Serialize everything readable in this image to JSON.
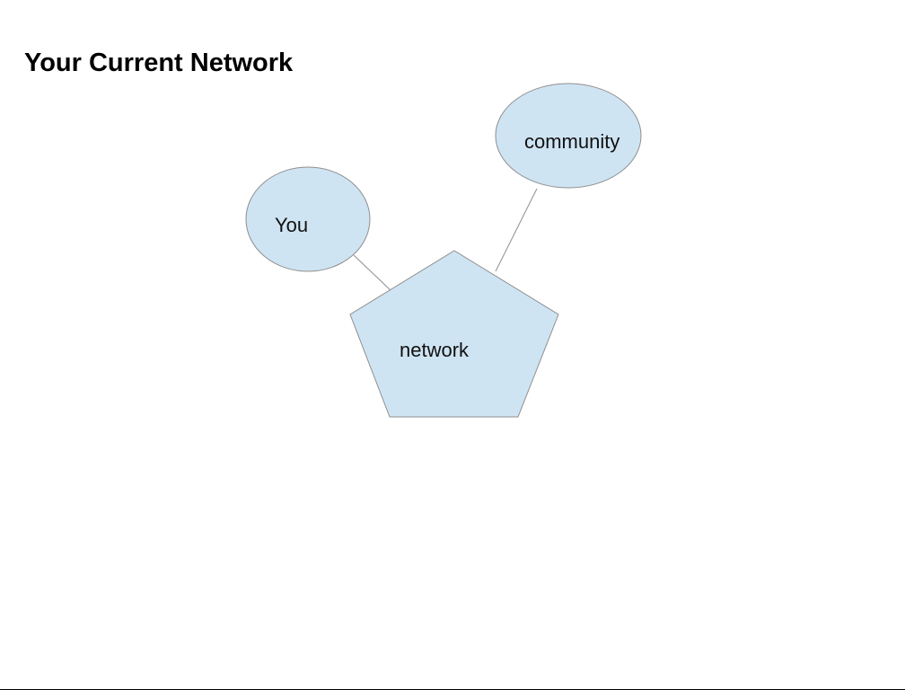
{
  "title": "Your Current Network",
  "nodes": {
    "you": {
      "label": "You",
      "shape": "ellipse"
    },
    "community": {
      "label": "community",
      "shape": "ellipse"
    },
    "network": {
      "label": "network",
      "shape": "pentagon"
    }
  },
  "edges": [
    {
      "from": "you",
      "to": "network"
    },
    {
      "from": "community",
      "to": "network"
    }
  ],
  "colors": {
    "node_fill": "#cfe4f3",
    "node_stroke": "#8f8f8f",
    "connector": "#8f8f8f",
    "text": "#000000"
  }
}
